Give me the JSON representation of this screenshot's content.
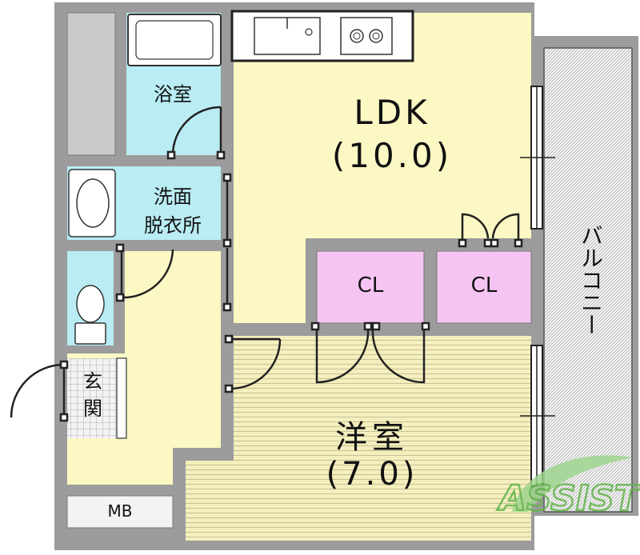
{
  "rooms": {
    "bathroom": "浴室",
    "washroom_line1": "洗面",
    "washroom_line2": "脱衣所",
    "ldk_name": "LDK",
    "ldk_size": "(10.0)",
    "closet_left": "CL",
    "closet_right": "CL",
    "western_name": "洋室",
    "western_size": "(7.0)",
    "entrance": "玄関",
    "balcony": "バルコニー",
    "meter_box": "MB"
  },
  "watermark": "ASSIST",
  "colors": {
    "wall": "#9c9c9c",
    "wall_dark": "#4a4a4a",
    "ldk_floor": "#fbf8c4",
    "bath_floor": "#b9ecf3",
    "closet_floor": "#f6c4f3",
    "western_floor": "#f4efbd",
    "hallway_floor": "#fbf8c4",
    "balcony_floor": "#eeeeee",
    "watermark": "#62b54a"
  }
}
